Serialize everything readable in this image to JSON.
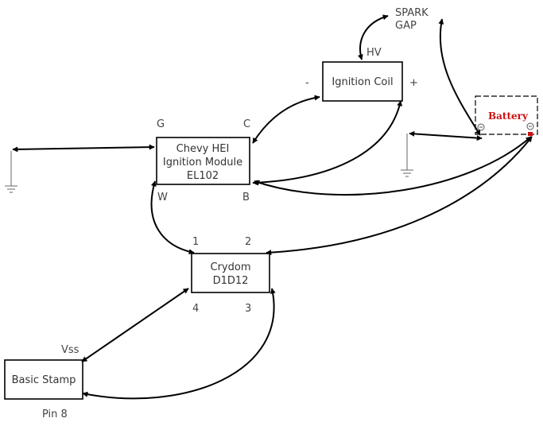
{
  "components": {
    "spark_gap": {
      "line1": "SPARK",
      "line2": "GAP"
    },
    "ignition_coil": {
      "label": "Ignition Coil",
      "hv": "HV",
      "minus": "-",
      "plus": "+"
    },
    "hei_module": {
      "line1": "Chevy HEI",
      "line2": "Ignition Module",
      "line3": "EL102",
      "pin_g": "G",
      "pin_c": "C",
      "pin_w": "W",
      "pin_b": "B"
    },
    "crydom": {
      "line1": "Crydom",
      "line2": "D1D12",
      "pin1": "1",
      "pin2": "2",
      "pin3": "3",
      "pin4": "4"
    },
    "basic_stamp": {
      "label": "Basic Stamp",
      "vss": "Vss",
      "pin": "Pin 8"
    },
    "battery": {
      "label": "Battery",
      "label_color": "#cc1111",
      "terminal_color": "#cc1111"
    }
  }
}
